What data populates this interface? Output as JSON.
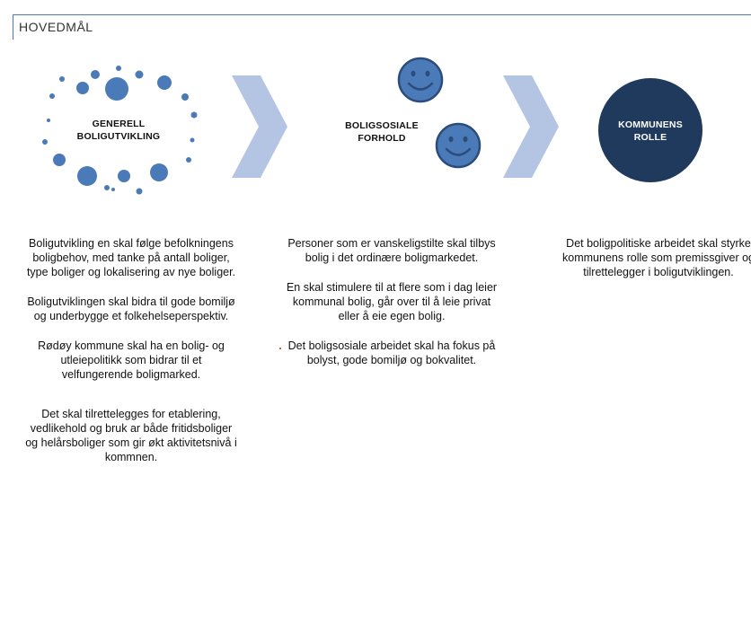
{
  "title": "HOVEDMÅL",
  "colors": {
    "frame": "#4a7ab8",
    "dots": "#4a7ab8",
    "faces": "#4a7ab8",
    "chevrons": "#b4c5e4",
    "role_circle": "#203a5e"
  },
  "nodes": {
    "general": {
      "line1": "GENERELL",
      "line2": "BOLIGUTVIKLING"
    },
    "social": {
      "line1": "BOLIGSOSIALE",
      "line2": "FORHOLD"
    },
    "role": {
      "line1": "KOMMUNENS",
      "line2": "ROLLE"
    }
  },
  "columns": {
    "general": [
      "Boligutvikling en skal følge befolkningens boligbehov, med tanke på antall boliger, type boliger og lokalisering av nye boliger.",
      "Boligutviklingen skal bidra til gode bomiljø og underbygge et folkehelseperspektiv.",
      "Rødøy kommune skal ha en bolig- og utleiepolitikk som bidrar til et velfungerende boligmarked.",
      "Det skal tilrettelegges for etablering, vedlikehold og bruk ar både fritidsboliger og helårsboliger som gir økt aktivitetsnivå i kommnen."
    ],
    "social": [
      "Personer som er vanskeligstilte skal tilbys bolig i det ordinære boligmarkedet.",
      "En skal stimulere til at flere som i dag leier kommunal bolig, går over til å leie privat eller å eie egen bolig.",
      "Det boligsosiale arbeidet skal ha fokus på bolyst, gode bomiljø og bokvalitet."
    ],
    "role": [
      "Det boligpolitiske arbeidet skal styrke kommunens rolle som premissgiver og tilrettelegger i boligutviklingen."
    ]
  }
}
